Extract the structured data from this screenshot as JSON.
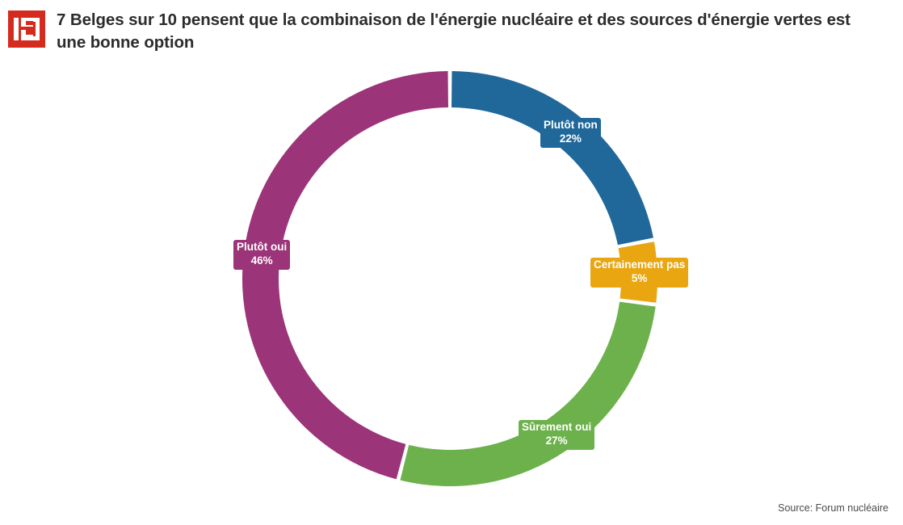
{
  "header": {
    "logo_name": "bx1-logo",
    "logo_color": "#d52b1e",
    "title": "7 Belges sur 10 pensent que la combinaison de l'énergie nucléaire et des sources d'énergie vertes est une bonne option"
  },
  "footer": {
    "source": "Source: Forum nucléaire"
  },
  "chart_data": {
    "type": "pie",
    "variant": "donut",
    "title": "7 Belges sur 10 pensent que la combinaison de l'énergie nucléaire et des sources d'énergie vertes est une bonne option",
    "unit": "%",
    "start_angle_deg": 0,
    "direction": "clockwise",
    "legend": "none",
    "labels_inside": false,
    "categories": [
      "Plutôt non",
      "Certainement pas",
      "Sûrement oui",
      "Plutôt oui"
    ],
    "values": [
      22,
      5,
      27,
      46
    ],
    "value_labels": [
      "22%",
      "5%",
      "27%",
      "46%"
    ],
    "colors": [
      "#20689a",
      "#e9a611",
      "#6cb14b",
      "#9b3478"
    ],
    "slices": [
      {
        "label": "Plutôt non",
        "value": 22,
        "value_label": "22%",
        "color": "#20689a"
      },
      {
        "label": "Certainement pas",
        "value": 5,
        "value_label": "5%",
        "color": "#e9a611"
      },
      {
        "label": "Sûrement oui",
        "value": 27,
        "value_label": "27%",
        "color": "#6cb14b"
      },
      {
        "label": "Plutôt oui",
        "value": 46,
        "value_label": "46%",
        "color": "#9b3478"
      }
    ],
    "source": "Source: Forum nucléaire"
  }
}
